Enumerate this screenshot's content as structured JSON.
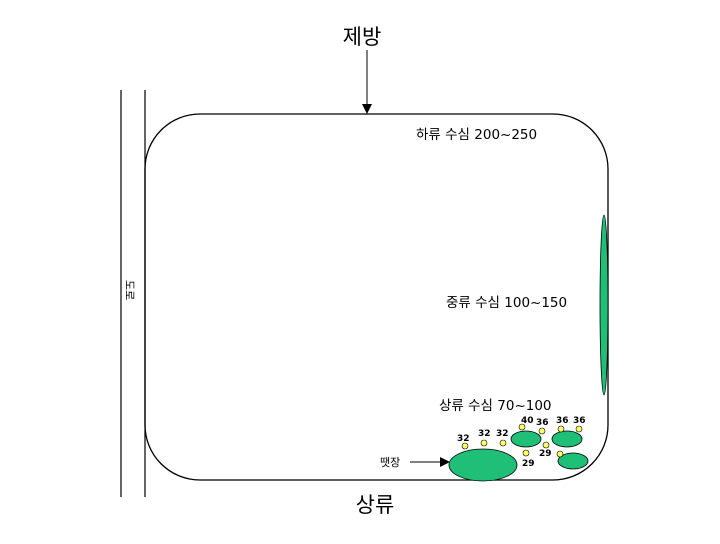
{
  "labels": {
    "top": "제방",
    "bottom": "상류",
    "road": "도로",
    "downstream": "하류 수심 200~250",
    "midstream": "중류 수심 100~150",
    "upstream": "상류 수심 70~100",
    "pool": "땟장"
  },
  "depth_markers": [
    "32",
    "32",
    "32",
    "40",
    "36",
    "36",
    "36",
    "29",
    "29"
  ],
  "colors": {
    "weed": "#1fbf78",
    "marker_fill": "#ffff66",
    "line": "#000000"
  }
}
